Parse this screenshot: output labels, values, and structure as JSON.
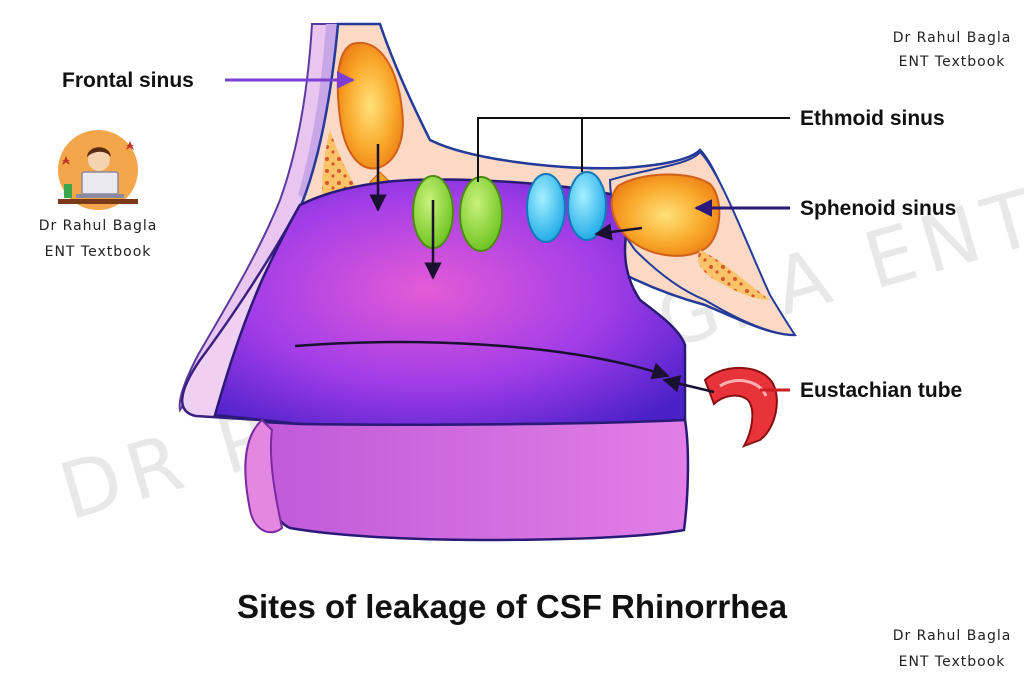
{
  "title": "Sites of leakage of CSF Rhinorrhea",
  "labels": {
    "frontal": "Frontal sinus",
    "ethmoid": "Ethmoid sinus",
    "sphenoid": "Sphenoid sinus",
    "eustachian": "Eustachian tube"
  },
  "branding": {
    "name": "Dr Rahul Bagla",
    "subtitle": "ENT Textbook",
    "watermark": "DR RAHUL BAGLA ENT TEXTBOOK"
  },
  "colors": {
    "frontal_arrow": "#7b3fd6",
    "sphenoid_arrow": "#2b1a7a",
    "eustachian_arrow": "#cc1e1e",
    "ethmoid_sinus_green": "#7bd42f",
    "ethmoid_sinus_blue": "#3cc8f0",
    "nasal_cavity": "#8e3df0",
    "sinus_orange": "#f59a1b"
  }
}
